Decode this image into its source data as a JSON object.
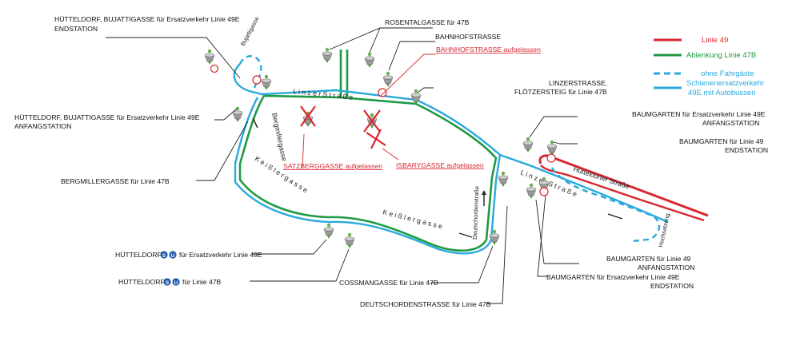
{
  "colors": {
    "linie49": "#d8262f",
    "ablenkung47b": "#1f9a44",
    "ohne_fahrgaeste": "#29a9dc",
    "schienenersatz": "#29a9dc",
    "label_red": "#d8262f",
    "leader": "#222222",
    "stop_body": "#9a9a9a",
    "stop_tip": "#4a9a3c"
  },
  "legend": {
    "linie49": "Linie 49",
    "ablenkung": "Ablenkung Linie 47B",
    "ohne_fahrgaeste": "ohne Fahrgäste",
    "schienenersatz_line1": "Schienenersatzverkehr",
    "schienenersatz_line2": "49E mit Autobussen"
  },
  "stops": {
    "huetteldorf_bujatti_end_1": "HÜTTELDORF, BUJATTIGASSE für Ersatzverkehr Linie 49E",
    "huetteldorf_bujatti_end_2": "ENDSTATION",
    "huetteldorf_bujatti_start_1": "HÜTTELDORF, BUJATTIGASSE für Ersatzverkehr Linie 49E",
    "huetteldorf_bujatti_start_2": "ANFANGSTATION",
    "bergmillergasse": "BERGMILLERGASSE für Linie 47B",
    "rosentalgasse": "ROSENTALGASSE für 47B",
    "bahnhofstrasse": "BAHNHOFSTRASSE",
    "bahnhofstrasse_aufgelassen": "BAHNHOFSTRASSE aufgelassen",
    "linzerstrasse_1": "LINZERSTRASSE,",
    "linzerstrasse_2": "FLÖTZERSTEIG für Linie 47B",
    "satzberggasse": "SATZBERGGASSE aufgelassen",
    "isbarygasse": "ISBARYGASSE aufgelassen",
    "baumgarten_49e_start_1": "BAUMGARTEN für Ersatzverkehr Linie 49E",
    "baumgarten_49e_start_2": "ANFANGSTATION",
    "baumgarten_49_end_1": "BAUMGARTEN für  Linie 49",
    "baumgarten_49_end_2": "ENDSTATION",
    "baumgarten_49_start_1": "BAUMGARTEN für Linie 49",
    "baumgarten_49_start_2": "ANFANGSTATION",
    "baumgarten_49e_end_1": "BAUMGARTEN für Ersatzverkehr Linie 49E",
    "baumgarten_49e_end_2": "ENDSTATION",
    "huetteldorf_49e_prefix": "HÜTTELDORF",
    "huetteldorf_49e_suffix": "für Ersatzverkehr Linie 49E",
    "huetteldorf_47b_prefix": "HÜTTELDORF",
    "huetteldorf_47b_suffix": "für Linie 47B",
    "cossmanngasse": "COSSMANGASSE für Linie 47B",
    "deutschordenstrasse": "DEUTSCHORDENSTRASSE für Linie 47B"
  },
  "transit_badges": {
    "s_bahn": "S",
    "u_bahn": "U"
  },
  "streets": {
    "bujattigasse": "Bujattigasse",
    "bergmillergasse": "Bergmillergasse",
    "keisslergasse_1": "K e i ß l e r g a s s e",
    "keisslergasse_2": "K e i ß l e r g a s s e",
    "linzer_strasse": "L i n z e r  S t r a ß e",
    "deutschordenstrasse": "Deutschordenstraße",
    "huetteldorfer_strasse": "Hütteldorfer Straße",
    "hochsatzengasse": "Hochsatzeng.",
    "linzer_strasse_east": "L i n z e r  S t r a ß e"
  }
}
